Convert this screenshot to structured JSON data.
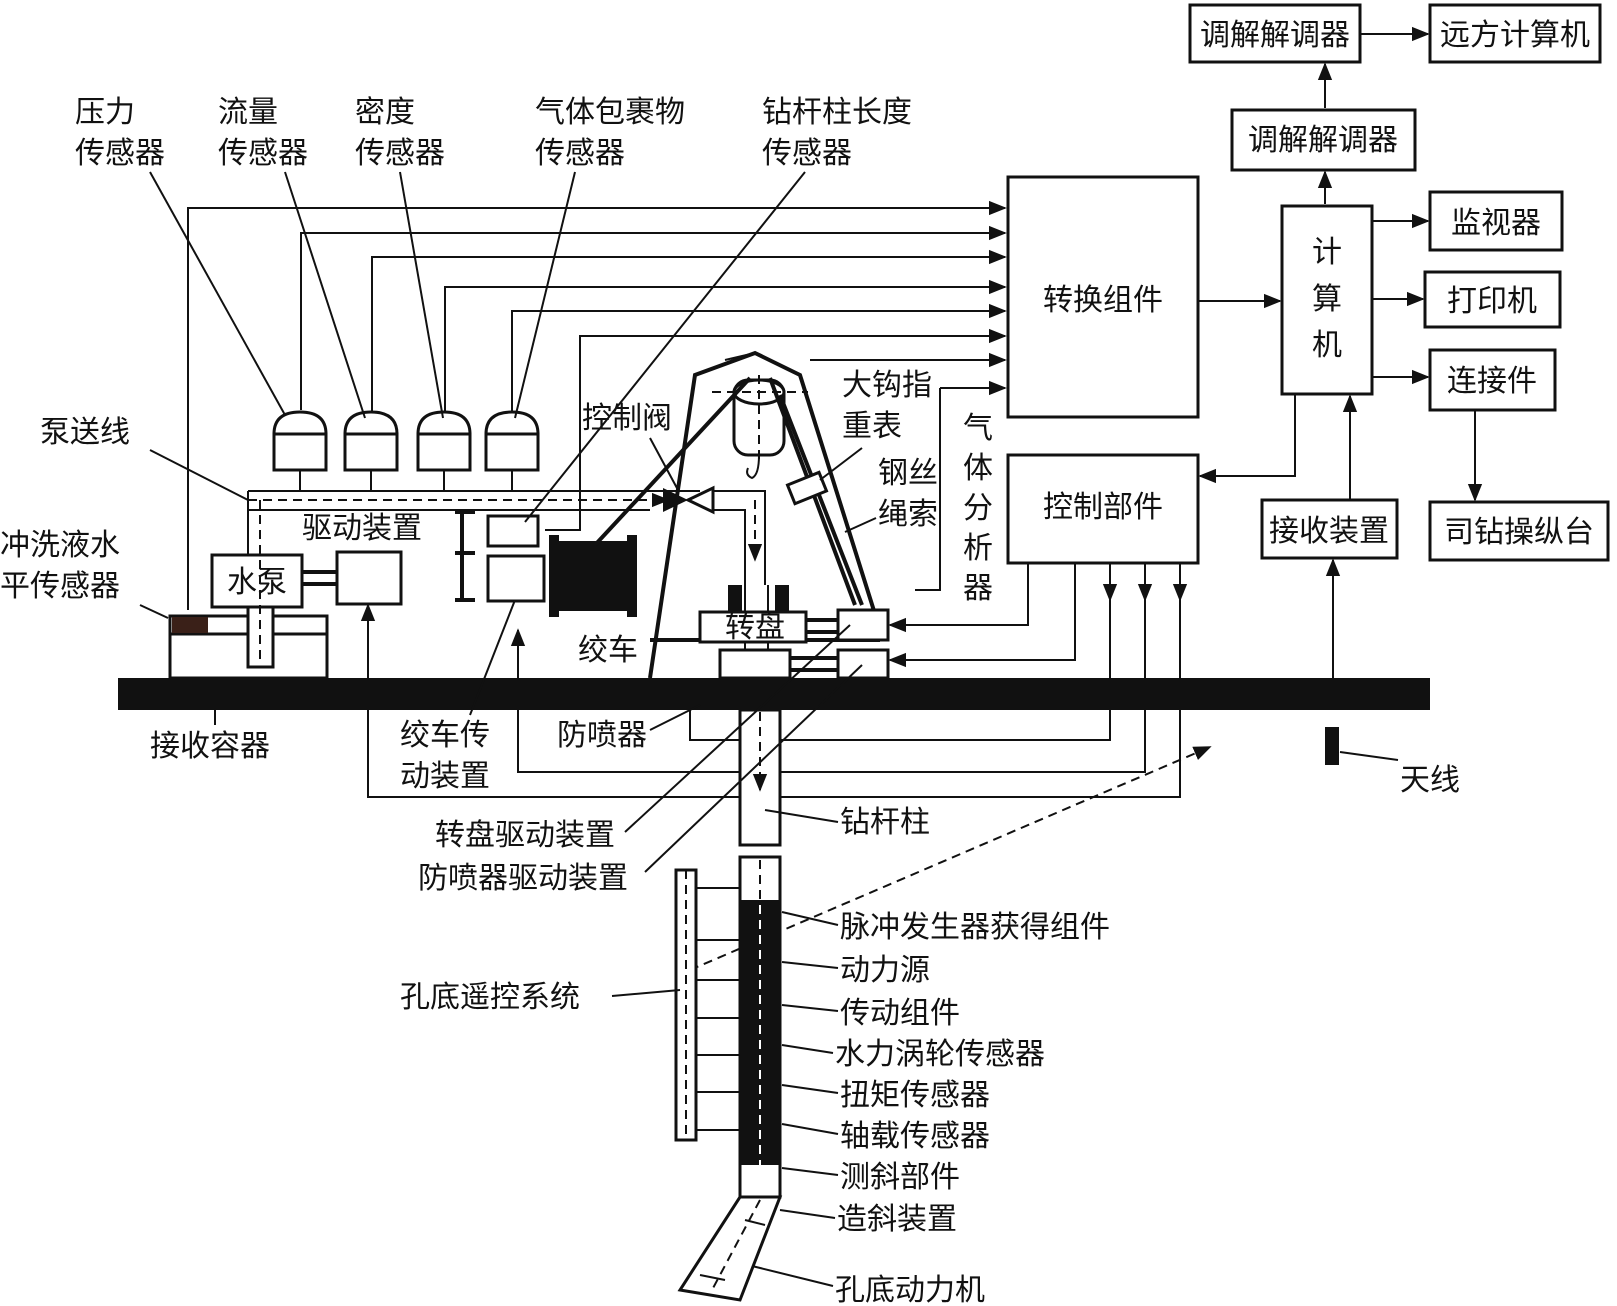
{
  "labels": {
    "modem_top": "调解解调器",
    "remote_computer": "远方计算机",
    "modem_mid": "调解解调器",
    "monitor": "监视器",
    "printer": "打印机",
    "connector": "连接件",
    "driller_console": "司钻操纵台",
    "converter": "转换组件",
    "computer": "计算机",
    "control_unit": "控制部件",
    "receiver": "接收装置",
    "antenna": "天线",
    "pressure_sensor": [
      "压力",
      "传感器"
    ],
    "flow_sensor": [
      "流量",
      "传感器"
    ],
    "density_sensor": [
      "密度",
      "传感器"
    ],
    "gas_inclusion_sensor": [
      "气体包裹物",
      "传感器"
    ],
    "drillstring_length_sensor": [
      "钻杆柱长度",
      "传感器"
    ],
    "hook_load_gauge": [
      "大钩指",
      "重表"
    ],
    "wire_rope": [
      "钢丝",
      "绳索"
    ],
    "gas_analyzer": [
      "气",
      "体",
      "分",
      "析",
      "器"
    ],
    "control_valve": "控制阀",
    "pump_line": "泵送线",
    "flush_level_sensor": [
      "冲洗液水",
      "平传感器"
    ],
    "drive_device": "驱动装置",
    "water_pump": "水泵",
    "winch": "绞车",
    "rotary_table": "转盘",
    "receiving_container": "接收容器",
    "winch_drive": [
      "绞车传",
      "动装置"
    ],
    "bop": "防喷器",
    "rotary_drive": "转盘驱动装置",
    "bop_drive": "防喷器驱动装置",
    "drill_string": "钻杆柱",
    "pulser_assembly": "脉冲发生器获得组件",
    "power_source": "动力源",
    "transmission": "传动组件",
    "turbine_sensor": "水力涡轮传感器",
    "torque_sensor": "扭矩传感器",
    "wob_sensor": "轴载传感器",
    "inclinometer": "测斜部件",
    "deflection_tool": "造斜装置",
    "downhole_motor": "孔底动力机",
    "downhole_remote": "孔底遥控系统"
  }
}
